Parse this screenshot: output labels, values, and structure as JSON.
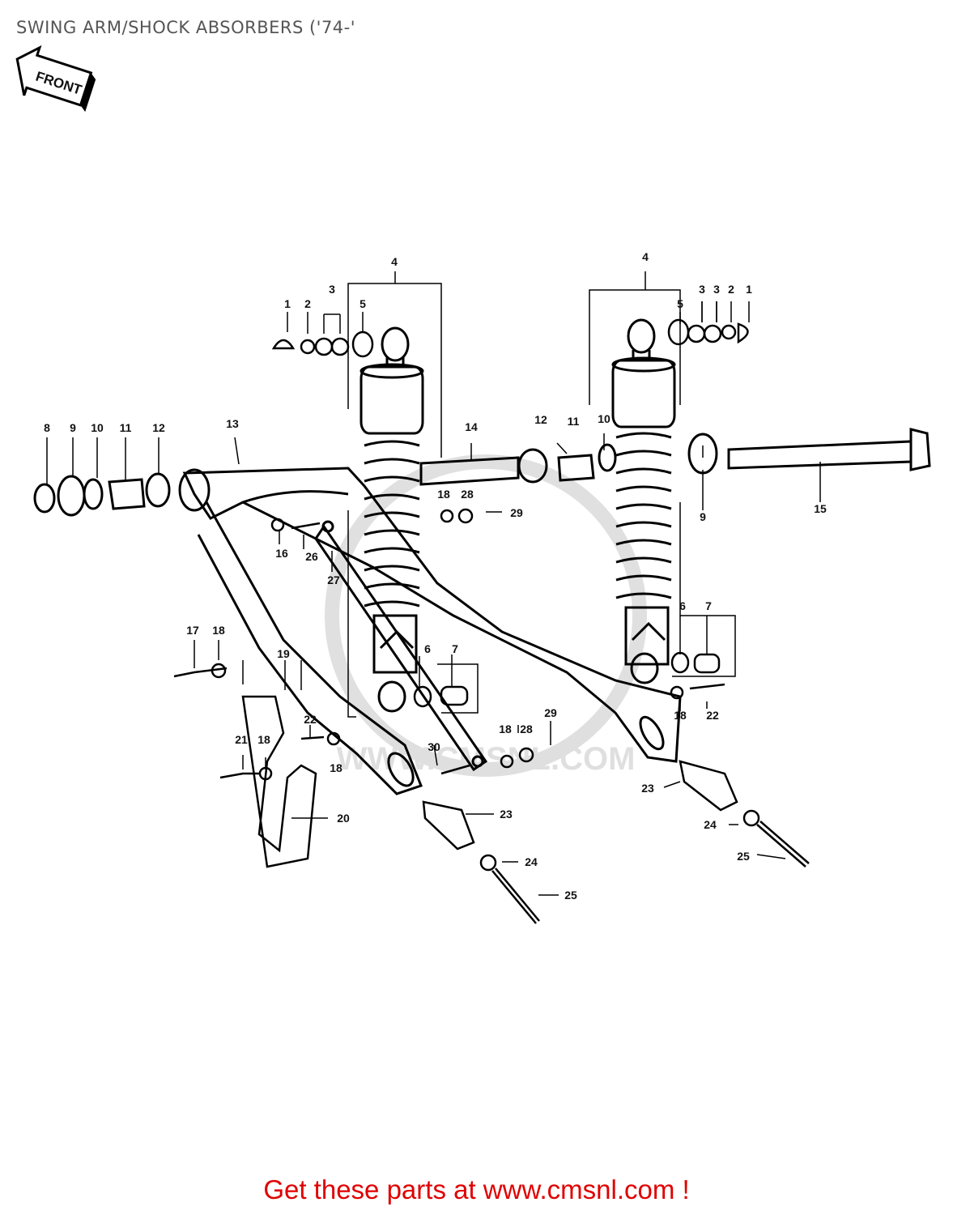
{
  "title": "SWING ARM/SHOCK ABSORBERS ('74-'",
  "front_arrow_label": "FRONT",
  "watermark": "WWW.CMSNL.COM",
  "footer_text": "Get these parts at www.cmsnl.com !",
  "colors": {
    "title": "#555555",
    "footer": "#e00000",
    "ink": "#111111"
  },
  "callouts": [
    "1",
    "2",
    "3",
    "4",
    "5",
    "6",
    "7",
    "8",
    "9",
    "10",
    "11",
    "12",
    "13",
    "14",
    "15",
    "16",
    "17",
    "18",
    "19",
    "20",
    "21",
    "22",
    "23",
    "24",
    "25",
    "26",
    "27",
    "28",
    "29",
    "30"
  ]
}
